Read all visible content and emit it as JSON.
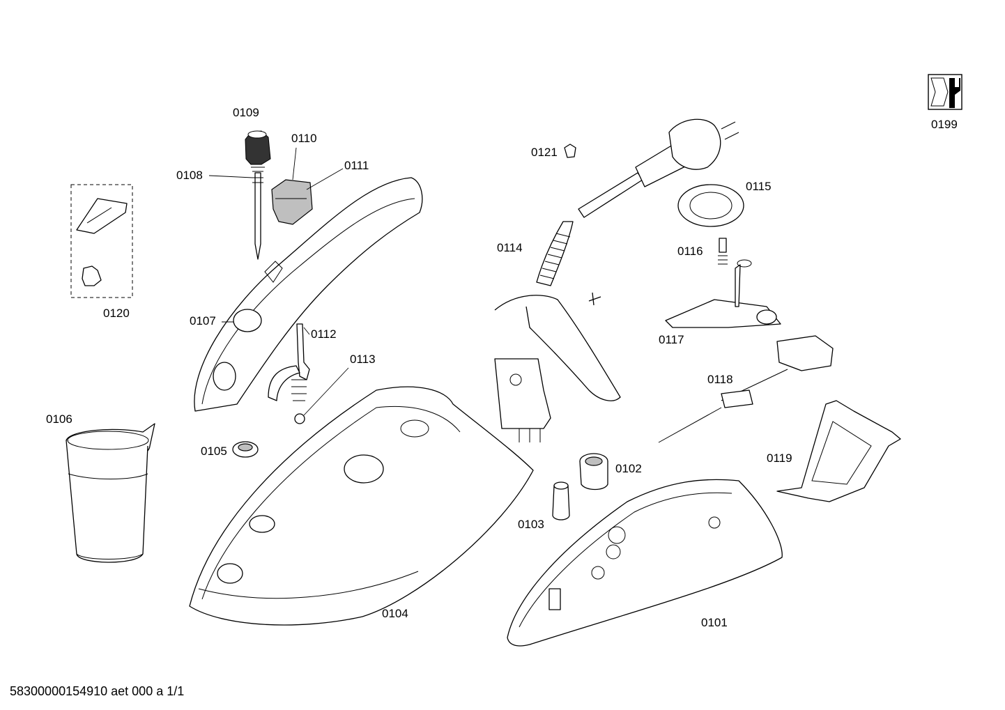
{
  "parts": [
    {
      "id": "p0101",
      "label": "0101"
    },
    {
      "id": "p0102",
      "label": "0102"
    },
    {
      "id": "p0103",
      "label": "0103"
    },
    {
      "id": "p0104",
      "label": "0104"
    },
    {
      "id": "p0105",
      "label": "0105"
    },
    {
      "id": "p0106",
      "label": "0106"
    },
    {
      "id": "p0107",
      "label": "0107"
    },
    {
      "id": "p0108",
      "label": "0108"
    },
    {
      "id": "p0109",
      "label": "0109"
    },
    {
      "id": "p0110",
      "label": "0110"
    },
    {
      "id": "p0111",
      "label": "0111"
    },
    {
      "id": "p0112",
      "label": "0112"
    },
    {
      "id": "p0113",
      "label": "0113"
    },
    {
      "id": "p0114",
      "label": "0114"
    },
    {
      "id": "p0115",
      "label": "0115"
    },
    {
      "id": "p0116",
      "label": "0116"
    },
    {
      "id": "p0117",
      "label": "0117"
    },
    {
      "id": "p0118",
      "label": "0118"
    },
    {
      "id": "p0119",
      "label": "0119"
    },
    {
      "id": "p0120",
      "label": "0120"
    },
    {
      "id": "p0121",
      "label": "0121"
    },
    {
      "id": "p0199",
      "label": "0199"
    }
  ],
  "footer": "58300000154910 aet 000 a 1/1",
  "icons": [
    "service-tool-icon"
  ]
}
